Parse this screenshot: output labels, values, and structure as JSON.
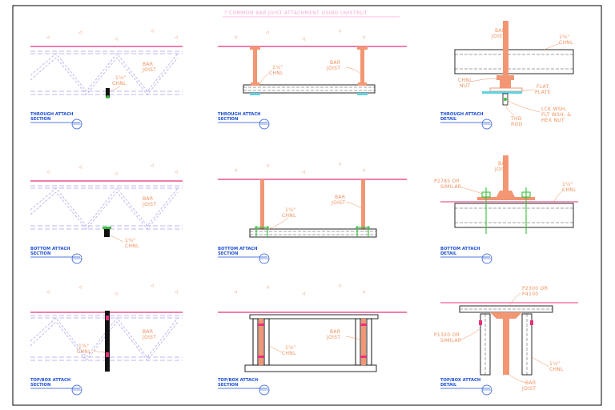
{
  "sheet_title": "? COMMON BAR JOIST ATTACHMENT USING UNISTRUT",
  "colors": {
    "border": "#000000",
    "deck": "#e8327a",
    "joist_web": "#b9b2ee",
    "joist_chord": "#a9a4ea",
    "steel": "#f29674",
    "label": "#f0905c",
    "title": "#1d4fd6",
    "hardware": "#38c038",
    "washer": "#5fd3e0",
    "header": "#f6a8d8"
  },
  "views": [
    {
      "id": "through-section",
      "title_lines": [
        "THROUGH ATTACH",
        "SECTION"
      ],
      "callouts": [
        [
          "BAR",
          "JOIST"
        ],
        [
          "1⅝\"",
          "CHNL"
        ]
      ]
    },
    {
      "id": "through-section-2",
      "title_lines": [
        "THROUGH ATTACH",
        "SECTION"
      ],
      "callouts": [
        [
          "1⅝\"",
          "CHNL"
        ],
        [
          "BAR",
          "JOIST"
        ]
      ]
    },
    {
      "id": "through-detail",
      "title_lines": [
        "THROUGH ATTACH",
        "DETAIL"
      ],
      "callouts": [
        [
          "BAR",
          "JOIST"
        ],
        [
          "1⅝\"",
          "CHNL"
        ],
        [
          "CHNL",
          "NUT"
        ],
        [
          "FLAT",
          "PLATE"
        ],
        [
          "LCK WSH,",
          "FLT WSH, &",
          "HEX NUT"
        ],
        [
          "THD",
          "ROD"
        ]
      ]
    },
    {
      "id": "bottom-section",
      "title_lines": [
        "BOTTOM ATTACH",
        "SECTION"
      ],
      "callouts": [
        [
          "BAR",
          "JOIST"
        ],
        [
          "1⅝\"",
          "CHNL"
        ]
      ]
    },
    {
      "id": "bottom-section-2",
      "title_lines": [
        "BOTTOM ATTACH",
        "SECTION"
      ],
      "callouts": [
        [
          "BAR",
          "JOIST"
        ],
        [
          "1⅝\"",
          "CHNL"
        ]
      ]
    },
    {
      "id": "bottom-detail",
      "title_lines": [
        "BOTTOM ATTACH",
        "DETAIL"
      ],
      "callouts": [
        [
          "BAR",
          "JOIST"
        ],
        [
          "P2785 OR",
          "SIMILAR"
        ],
        [
          "1⅝\"",
          "CHNL"
        ]
      ]
    },
    {
      "id": "topbox-section",
      "title_lines": [
        "TOP/BOX ATTACH",
        "SECTION"
      ],
      "callouts": [
        [
          "BAR",
          "JOIST"
        ],
        [
          "1⅝\"",
          "CHNL"
        ]
      ]
    },
    {
      "id": "topbox-section-2",
      "title_lines": [
        "TOP/BOX ATTACH",
        "SECTION"
      ],
      "callouts": [
        [
          "BAR",
          "JOIST"
        ],
        [
          "1⅝\"",
          "CHNL"
        ]
      ]
    },
    {
      "id": "topbox-detail",
      "title_lines": [
        "TOP/BOX ATTACH",
        "DETAIL"
      ],
      "callouts": [
        [
          "P2300 OR",
          "P4100"
        ],
        [
          "P1320 OR",
          "SIMILAR"
        ],
        [
          "1⅝\"",
          "CHNL"
        ],
        [
          "BAR",
          "JOIST"
        ]
      ]
    }
  ]
}
